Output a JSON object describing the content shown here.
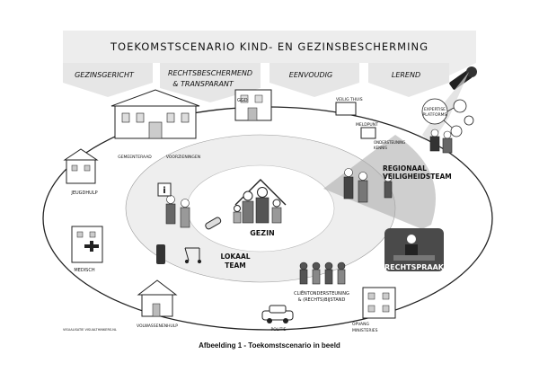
{
  "title": "TOEKOMSTSCENARIO KIND- EN GEZINSBESCHERMING",
  "principles": [
    {
      "line1": "GEZINSGERICHT",
      "line2": ""
    },
    {
      "line1": "RECHTSBESCHERMEND",
      "line2": "& TRANSPARANT"
    },
    {
      "line1": "EENVOUDIG",
      "line2": ""
    },
    {
      "line1": "LEREND",
      "line2": ""
    }
  ],
  "labels": {
    "gezin": "GEZIN",
    "lokaal_team_1": "LOKAAL",
    "lokaal_team_2": "TEAM",
    "regionaal_1": "REGIONAAL",
    "regionaal_2": "VEILIGHEIDSTEAM",
    "rechtspraak": "RECHTSPRAAK",
    "gemeente": "GEMEENTERAAD",
    "voorzieningen": "VOORZIENINGEN",
    "jeugdhulp": "JEUGDHULP",
    "medisch": "MEDISCH",
    "volwassenenhulp": "VOLWASSENENHULP",
    "clientondersteuning_1": "CLIËNTONDERSTEUNING",
    "clientondersteuning_2": "& (RECHTS)BIJSTAND",
    "politie": "POLITIE",
    "opvang": "OPVANG",
    "ministeries": "MINISTERIES",
    "meldpunt": "MELDPUNT",
    "expertise_1": "EXPERTISE",
    "expertise_2": "PLATFORMS",
    "ondersteuning": "ONDERSTEUNING",
    "kennis": "KENNIS",
    "veilig_thuis": "VEILIG THUIS",
    "ggd": "GGD",
    "info_sign": "i",
    "credit": "VISUALISATIE VISUALTHINKERS.NL"
  },
  "caption": "Afbeelding 1 - Toekomstscenario in beeld"
}
